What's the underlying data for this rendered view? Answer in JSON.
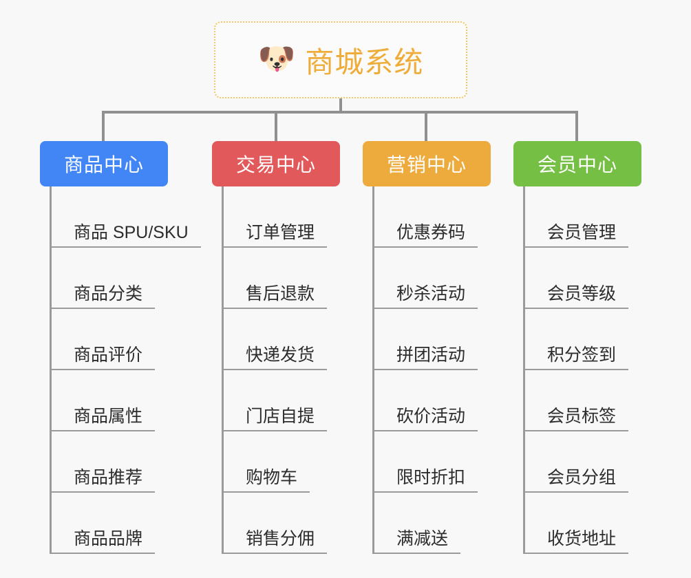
{
  "diagram": {
    "type": "organization-tree",
    "background_color": "#f8f8f8",
    "root": {
      "title": "商城系统",
      "icon": "dog-face-emoji",
      "icon_glyph": "🐶",
      "text_color": "#eead3a",
      "border_color": "#f5c763",
      "border_style": "dotted"
    },
    "connector_color": "#909090",
    "branches": [
      {
        "label": "商品中心",
        "color": "#4285f4",
        "items": [
          "商品 SPU/SKU",
          "商品分类",
          "商品评价",
          "商品属性",
          "商品推荐",
          "商品品牌"
        ]
      },
      {
        "label": "交易中心",
        "color": "#e2595b",
        "items": [
          "订单管理",
          "售后退款",
          "快递发货",
          "门店自提",
          "购物车",
          "销售分佣"
        ]
      },
      {
        "label": "营销中心",
        "color": "#eeab3d",
        "items": [
          "优惠券码",
          "秒杀活动",
          "拼团活动",
          "砍价活动",
          "限时折扣",
          "满减送"
        ]
      },
      {
        "label": "会员中心",
        "color": "#76bf45",
        "items": [
          "会员管理",
          "会员等级",
          "积分签到",
          "会员标签",
          "会员分组",
          "收货地址"
        ]
      }
    ]
  }
}
